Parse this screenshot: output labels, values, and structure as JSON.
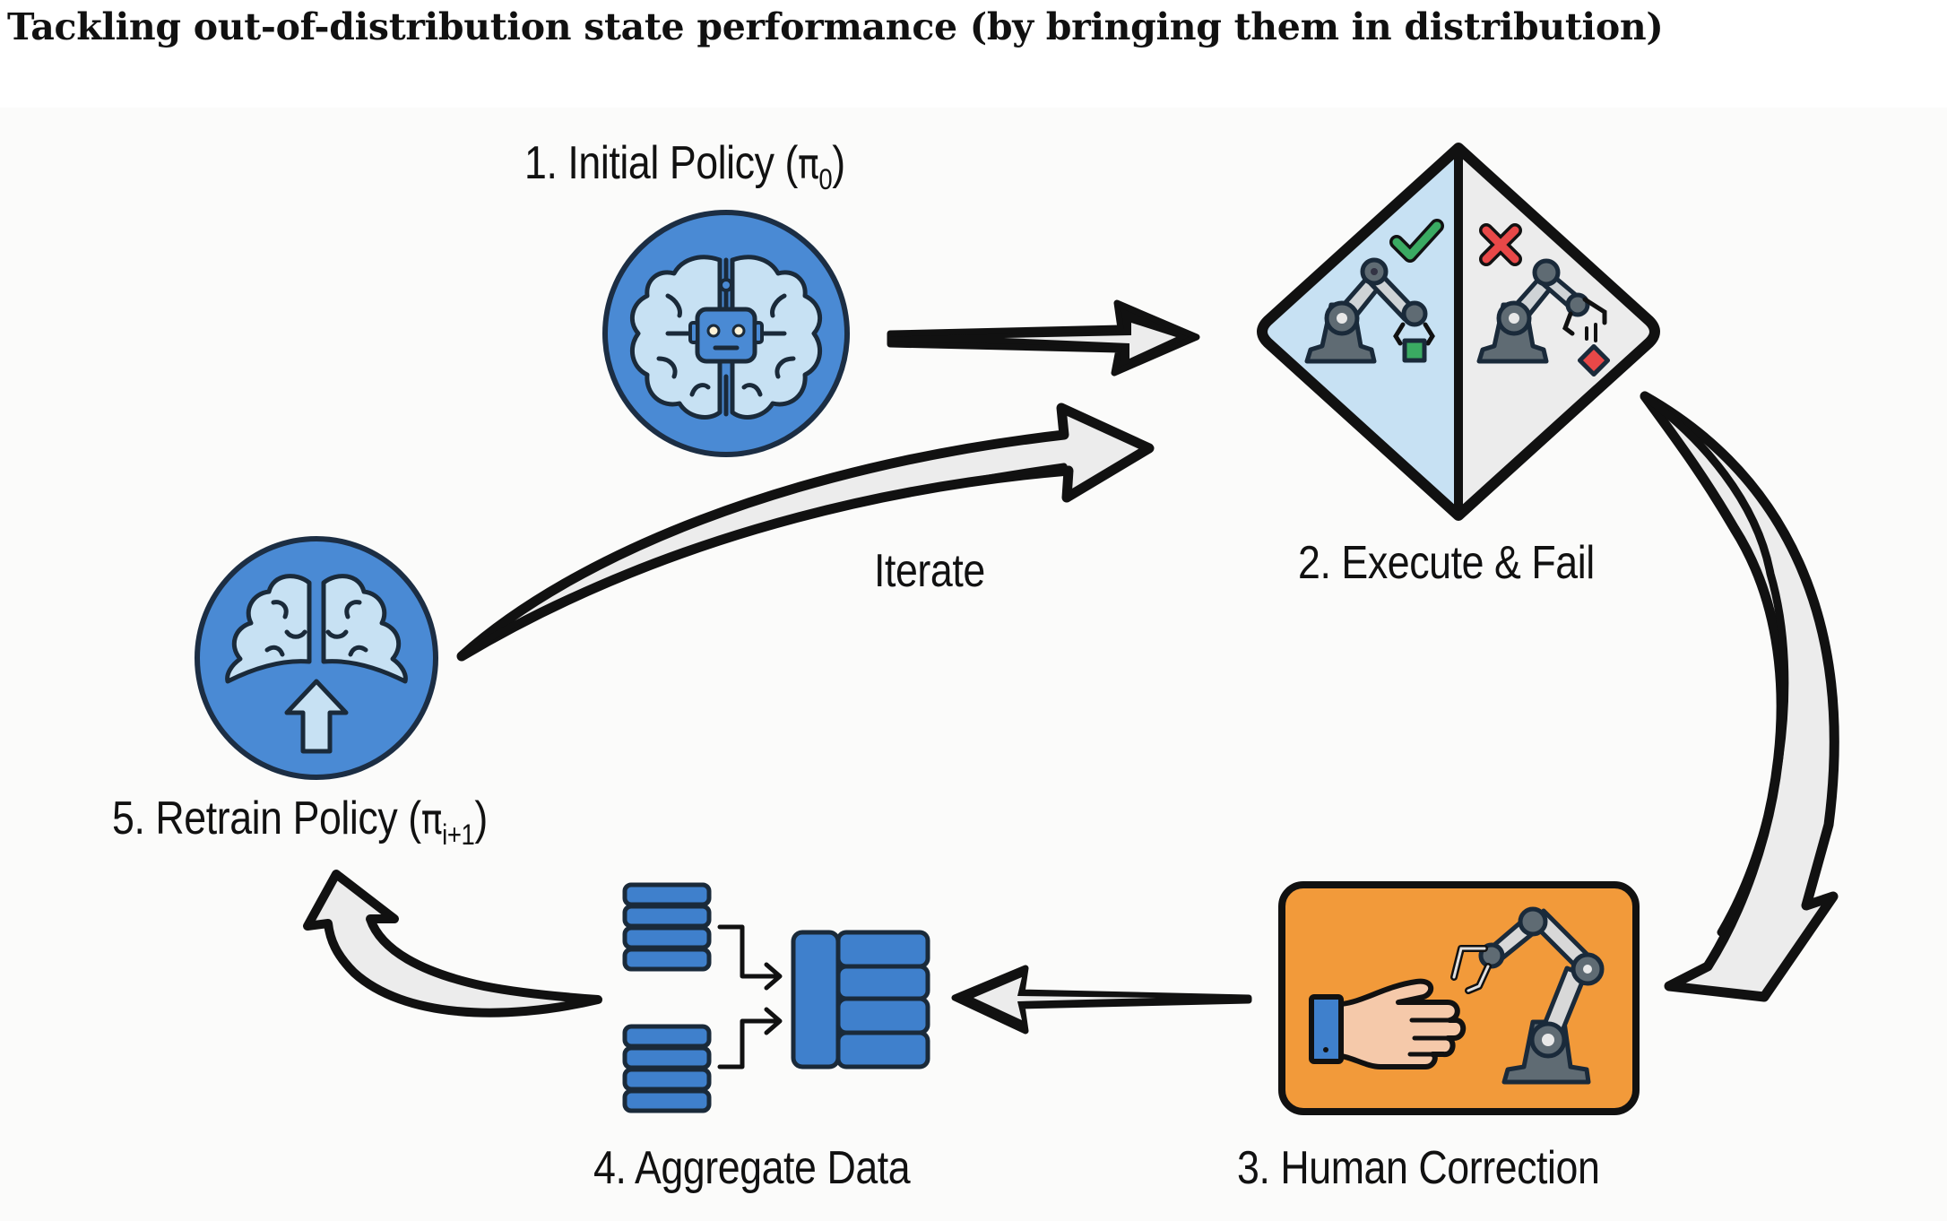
{
  "title": "Tackling out-of-distribution state performance (by bringing them in distribution)",
  "steps": [
    {
      "id": 1,
      "prefix": "1. Initial Policy (",
      "symbol": "π",
      "subscript": "0",
      "suffix": ")",
      "icon": "robot-brain-icon"
    },
    {
      "id": 2,
      "text": "2. Execute & Fail",
      "icon": "success-fail-diamond-icon"
    },
    {
      "id": 3,
      "text": "3. Human Correction",
      "icon": "hand-robot-arm-icon"
    },
    {
      "id": 4,
      "text": "4. Aggregate Data",
      "icon": "database-merge-icon"
    },
    {
      "id": 5,
      "prefix": "5. Retrain Policy (",
      "symbol": "π",
      "subscript": "i+1",
      "suffix": ")",
      "icon": "brain-upgrade-icon"
    }
  ],
  "loop_label": "Iterate",
  "colors": {
    "circle_blue": "#4a8ad4",
    "light_blue": "#c7e1f3",
    "orange": "#f29a3a",
    "success_green": "#3aaa62",
    "fail_red": "#e84848",
    "robot_gray": "#5f6b73",
    "arrow_fill": "#ececec",
    "outline": "#111111"
  }
}
